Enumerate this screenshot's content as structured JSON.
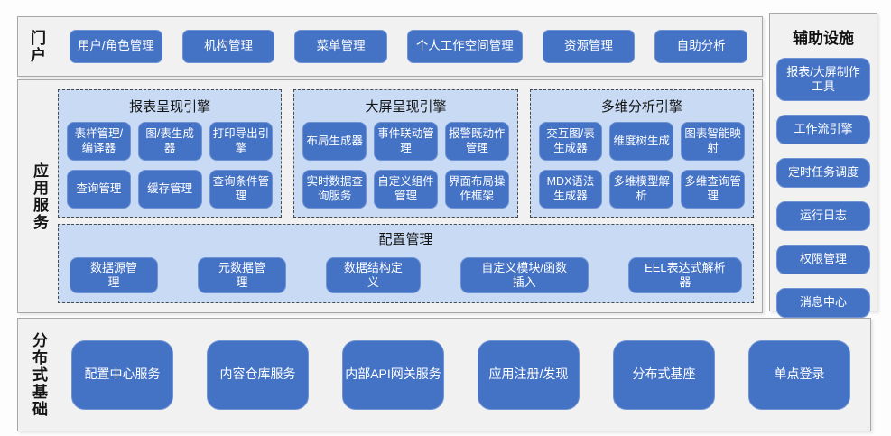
{
  "colors": {
    "accent_blue": "#4472c4",
    "button_border": "#6f93d3",
    "group_background": "#c9daf4",
    "group_dashed_border": "#4a4a4a",
    "section_background": "#f1f1f2",
    "section_border": "#a8a8a8",
    "button_text": "#ffffff",
    "label_text": "#141414"
  },
  "portal": {
    "label": "门户",
    "buttons": [
      "用户/角色管理",
      "机构管理",
      "菜单管理",
      "个人工作空间管理",
      "资源管理",
      "自助分析"
    ]
  },
  "app_services": {
    "label": "应用服务",
    "engines": [
      {
        "title": "报表呈现引擎",
        "buttons": [
          "表样管理/编译器",
          "图/表生成器",
          "打印导出引擎",
          "查询管理",
          "缓存管理",
          "查询条件管理"
        ]
      },
      {
        "title": "大屏呈现引擎",
        "buttons": [
          "布局生成器",
          "事件联动管理",
          "报警既动作管理",
          "实时数据查询服务",
          "自定义组件管理",
          "界面布局操作框架"
        ]
      },
      {
        "title": "多维分析引擎",
        "buttons": [
          "交互图/表生成器",
          "维度树生成",
          "图表智能映射",
          "MDX语法生成器",
          "多维模型解析",
          "多维查询管理"
        ]
      }
    ],
    "config": {
      "title": "配置管理",
      "buttons": [
        "数据源管理",
        "元数据管理",
        "数据结构定义",
        "自定义模块/函数插入",
        "EEL表达式解析器"
      ]
    }
  },
  "distributed": {
    "label": "分布式基础",
    "buttons": [
      "配置中心服务",
      "内容仓库服务",
      "内部API网关服务",
      "应用注册/发现",
      "分布式基座",
      "单点登录"
    ]
  },
  "auxiliary": {
    "title": "辅助设施",
    "buttons": [
      "报表/大屏制作工具",
      "工作流引擎",
      "定时任务调度",
      "运行日志",
      "权限管理",
      "消息中心"
    ]
  }
}
